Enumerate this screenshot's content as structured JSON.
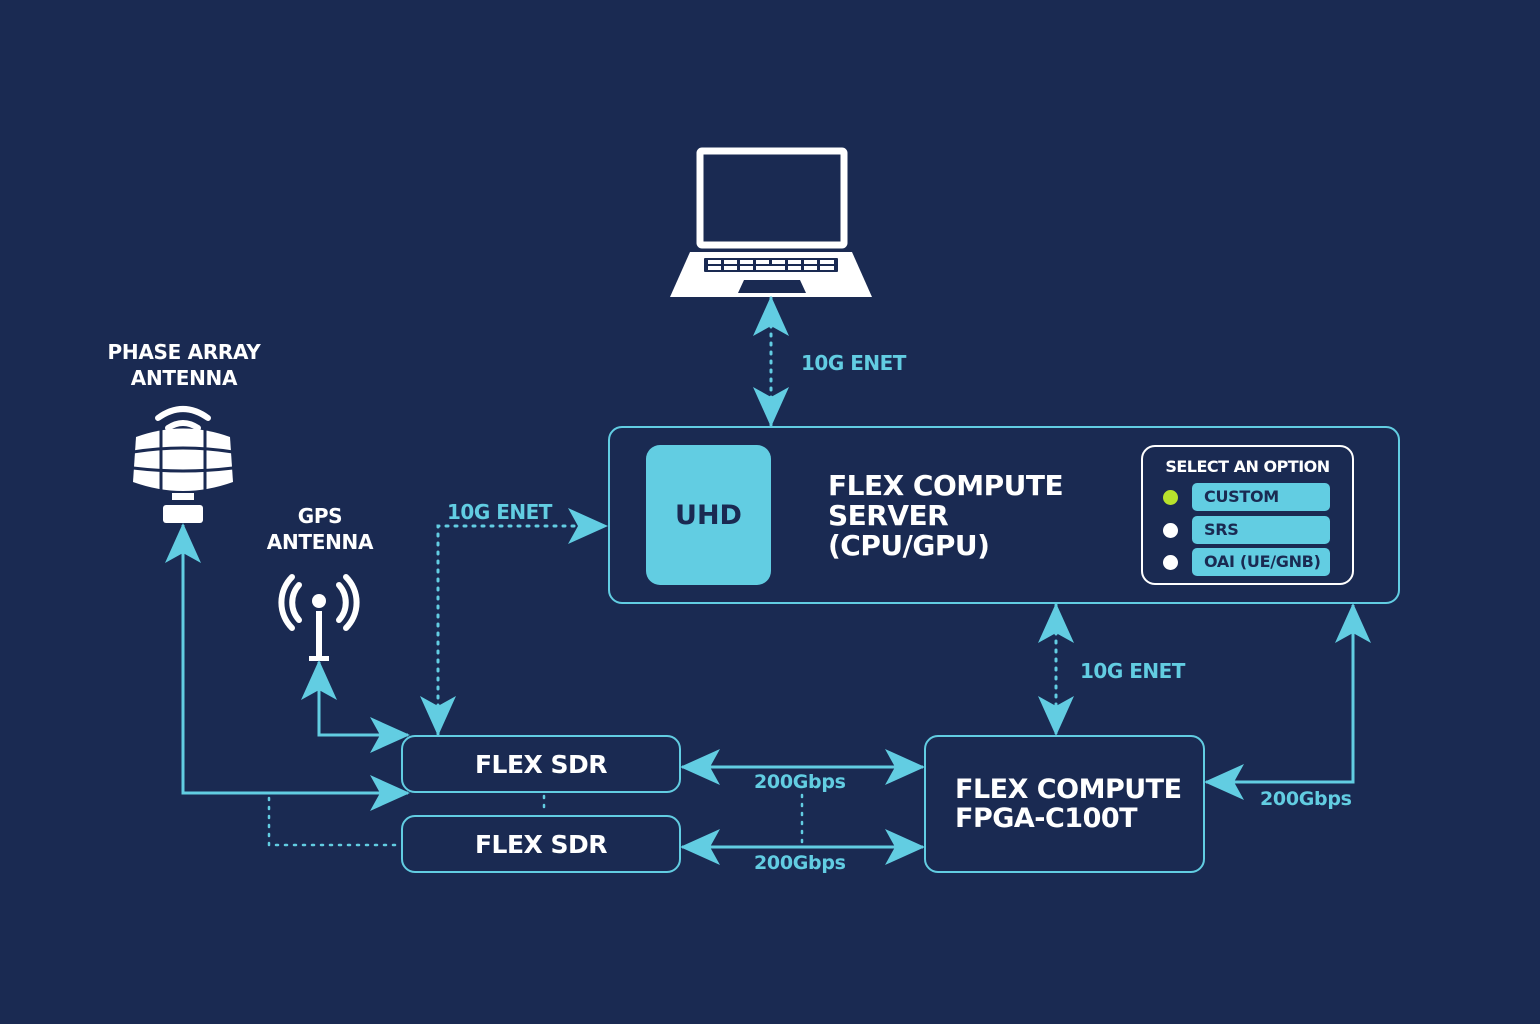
{
  "colors": {
    "background": "#1a2a52",
    "accent": "#62cde2",
    "text": "#ffffff",
    "selected_option": "#b8e22c"
  },
  "devices": {
    "laptop": {
      "icon": "laptop-icon"
    },
    "phase_array_antenna": {
      "label_line1": "PHASE ARRAY",
      "label_line2": "ANTENNA",
      "icon": "phase-array-antenna-icon"
    },
    "gps_antenna": {
      "label_line1": "GPS",
      "label_line2": "ANTENNA",
      "icon": "gps-antenna-icon"
    }
  },
  "server": {
    "title_line1": "FLEX COMPUTE",
    "title_line2": "SERVER",
    "title_line3": "(CPU/GPU)",
    "uhd_label": "UHD",
    "options": {
      "title": "SELECT AN OPTION",
      "items": [
        {
          "label": "CUSTOM",
          "selected": true
        },
        {
          "label": "SRS",
          "selected": false
        },
        {
          "label": "OAI (UE/GNB)",
          "selected": false
        }
      ]
    }
  },
  "sdrs": [
    {
      "label": "FLEX SDR"
    },
    {
      "label": "FLEX SDR"
    }
  ],
  "fpga": {
    "title_line1": "FLEX COMPUTE",
    "title_line2": "FPGA-C100T"
  },
  "links": {
    "laptop_server": "10G ENET",
    "sdr_server": "10G ENET",
    "server_fpga": "10G ENET",
    "sdr1_fpga": "200Gbps",
    "sdr2_fpga": "200Gbps",
    "fpga_server": "200Gbps"
  }
}
